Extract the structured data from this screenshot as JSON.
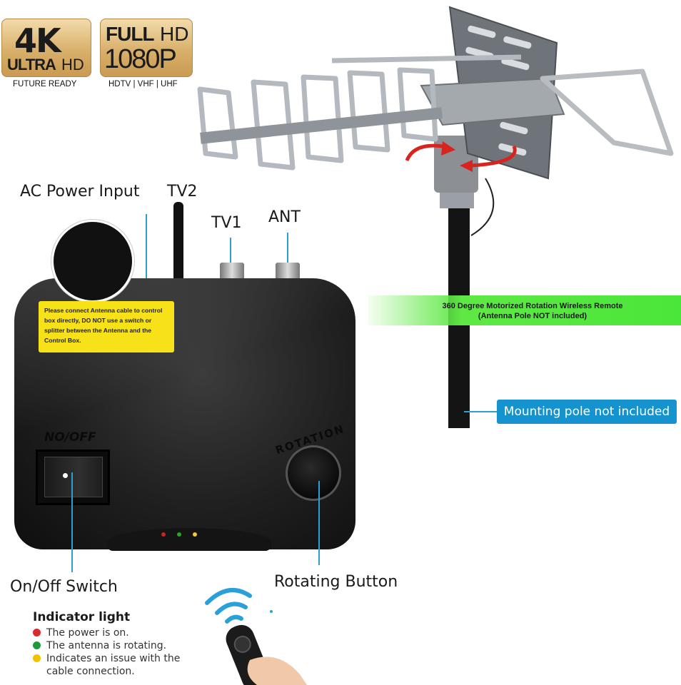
{
  "badges": {
    "k4": {
      "big": "4K",
      "sub_bold": "ULTRA",
      "sub_light": "HD",
      "caption": "FUTURE READY"
    },
    "fhd": {
      "top_bold": "FULL",
      "top_light": "HD",
      "big": "1080P",
      "caption": "HDTV | VHF | UHF"
    }
  },
  "ports": {
    "ac_power": "AC Power Input",
    "tv2": "TV2",
    "tv1": "TV1",
    "ant": "ANT"
  },
  "sticker_text": "Please connect Antenna cable to control box directly, DO NOT use a switch or splitter between the Antenna and the Control Box.",
  "device": {
    "switch_label": "NO/OFF",
    "rotation_label": "ROTATION"
  },
  "banner": {
    "line1": "360 Degree Motorized  Rotation Wireless Remote",
    "line2": "(Antenna Pole NOT included)"
  },
  "mounting_pole": "Mounting pole not included",
  "callouts": {
    "on_off": "On/Off Switch",
    "rotating": "Rotating Button"
  },
  "indicator": {
    "title": "Indicator light",
    "items": [
      {
        "text": "The power is on.",
        "color": "#d92b2b"
      },
      {
        "text": "The antenna is rotating.",
        "color": "#1f9a3a"
      },
      {
        "text": "Indicates an issue with the",
        "text2": "cable connection.",
        "color": "#f2c200"
      }
    ]
  },
  "colors": {
    "callout_line": "#2d9fd0",
    "banner_green": "#4be63a",
    "tag_blue": "#1593cf",
    "sticker_yellow": "#f7e21a"
  }
}
